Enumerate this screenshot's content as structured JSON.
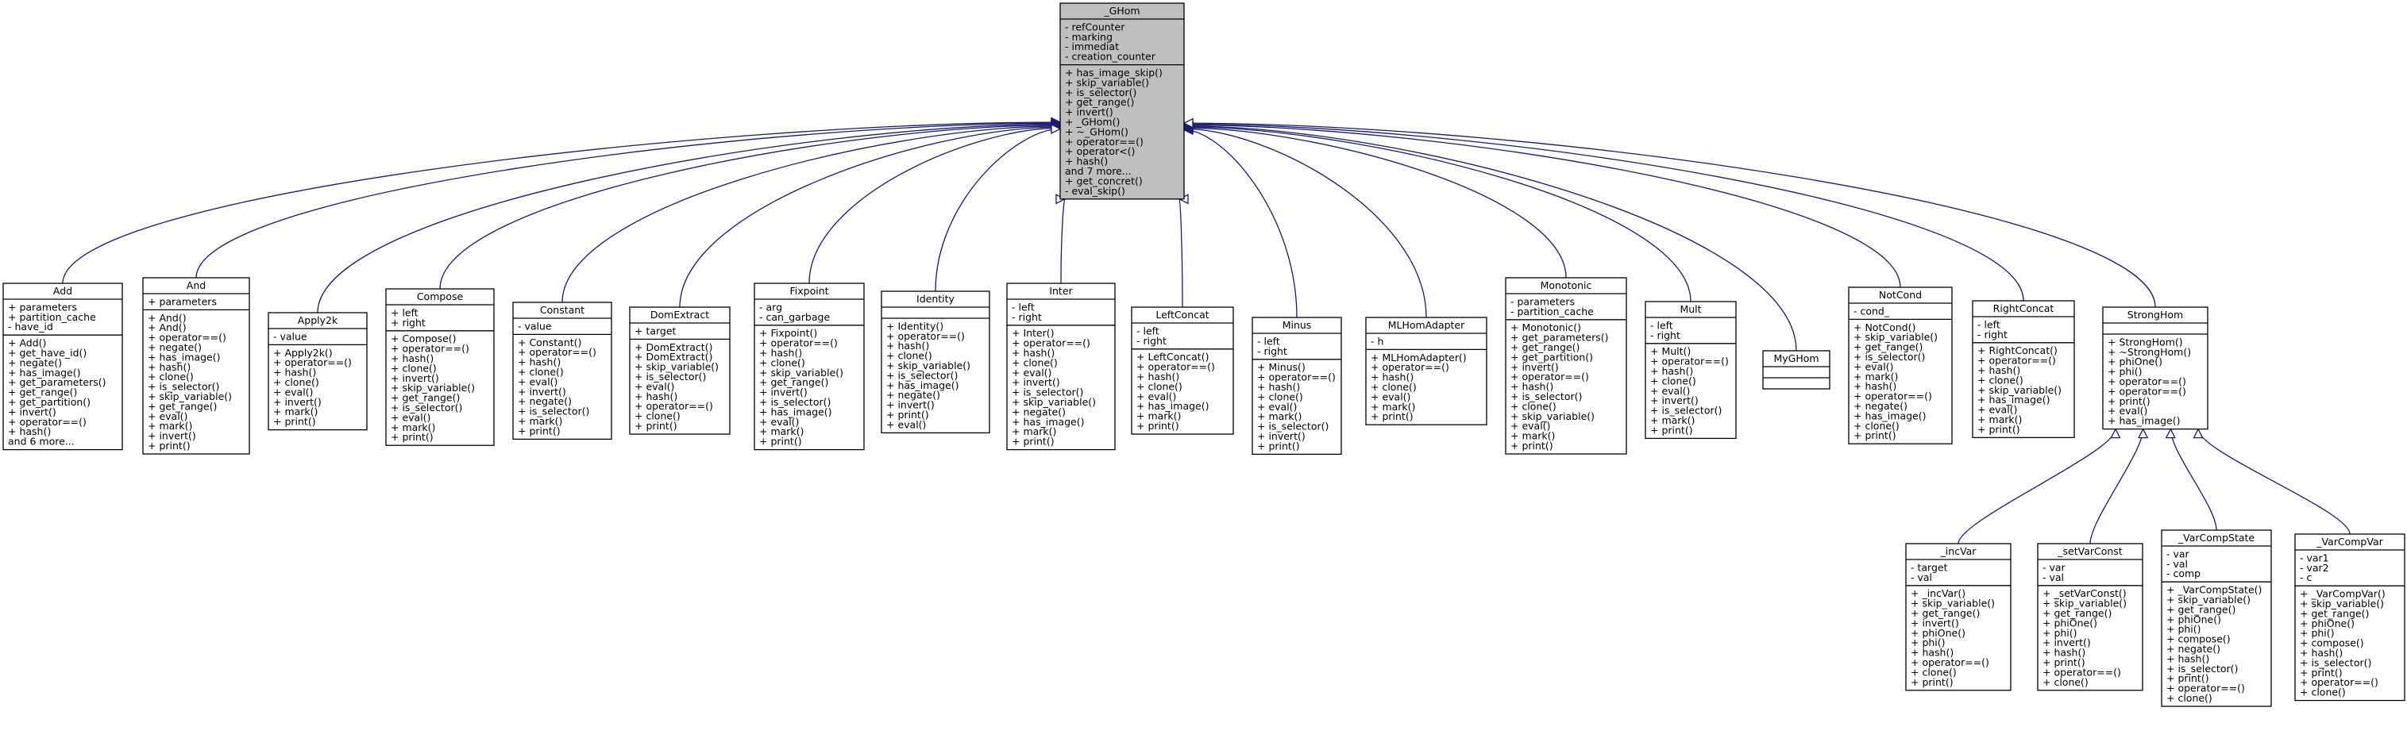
{
  "base": {
    "name": "_GHom",
    "attributes": [
      "- refCounter",
      "- marking",
      "- immediat",
      "- creation_counter"
    ],
    "methods": [
      "+ has_image_skip()",
      "+ skip_variable()",
      "+ is_selector()",
      "+ get_range()",
      "+ invert()",
      "+ _GHom()",
      "+ ~_GHom()",
      "+ operator==()",
      "+ operator<()",
      "+ hash()",
      "and 7 more...",
      "+ get_concret()",
      "- eval_skip()"
    ]
  },
  "classes": [
    {
      "name": "Add",
      "attributes": [
        "+ parameters",
        "+ partition_cache",
        "- have_id"
      ],
      "methods": [
        "+ Add()",
        "+ get_have_id()",
        "+ negate()",
        "+ has_image()",
        "+ get_parameters()",
        "+ get_range()",
        "+ get_partition()",
        "+ invert()",
        "+ operator==()",
        "+ hash()",
        "and 6 more..."
      ]
    },
    {
      "name": "And",
      "attributes": [
        "+ parameters"
      ],
      "methods": [
        "+ And()",
        "+ And()",
        "+ operator==()",
        "+ negate()",
        "+ has_image()",
        "+ hash()",
        "+ clone()",
        "+ is_selector()",
        "+ skip_variable()",
        "+ get_range()",
        "+ eval()",
        "+ mark()",
        "+ invert()",
        "+ print()"
      ]
    },
    {
      "name": "Apply2k",
      "attributes": [
        "- value"
      ],
      "methods": [
        "+ Apply2k()",
        "+ operator==()",
        "+ hash()",
        "+ clone()",
        "+ eval()",
        "+ invert()",
        "+ mark()",
        "+ print()"
      ]
    },
    {
      "name": "Compose",
      "attributes": [
        "+ left",
        "+ right"
      ],
      "methods": [
        "+ Compose()",
        "+ operator==()",
        "+ hash()",
        "+ clone()",
        "+ invert()",
        "+ skip_variable()",
        "+ get_range()",
        "+ is_selector()",
        "+ eval()",
        "+ mark()",
        "+ print()"
      ]
    },
    {
      "name": "Constant",
      "attributes": [
        "- value"
      ],
      "methods": [
        "+ Constant()",
        "+ operator==()",
        "+ hash()",
        "+ clone()",
        "+ eval()",
        "+ invert()",
        "+ negate()",
        "+ is_selector()",
        "+ mark()",
        "+ print()"
      ]
    },
    {
      "name": "DomExtract",
      "attributes": [
        "+ target"
      ],
      "methods": [
        "+ DomExtract()",
        "+ DomExtract()",
        "+ skip_variable()",
        "+ is_selector()",
        "+ eval()",
        "+ hash()",
        "+ operator==()",
        "+ clone()",
        "+ print()"
      ]
    },
    {
      "name": "Fixpoint",
      "attributes": [
        "- arg",
        "- can_garbage"
      ],
      "methods": [
        "+ Fixpoint()",
        "+ operator==()",
        "+ hash()",
        "+ clone()",
        "+ skip_variable()",
        "+ get_range()",
        "+ invert()",
        "+ is_selector()",
        "+ has_image()",
        "+ eval()",
        "+ mark()",
        "+ print()"
      ]
    },
    {
      "name": "Identity",
      "attributes": [],
      "methods": [
        "+ Identity()",
        "+ operator==()",
        "+ hash()",
        "+ clone()",
        "+ skip_variable()",
        "+ is_selector()",
        "+ has_image()",
        "+ negate()",
        "+ invert()",
        "+ print()",
        "+ eval()"
      ]
    },
    {
      "name": "Inter",
      "attributes": [
        "- left",
        "- right"
      ],
      "methods": [
        "+ Inter()",
        "+ operator==()",
        "+ hash()",
        "+ clone()",
        "+ eval()",
        "+ invert()",
        "+ is_selector()",
        "+ skip_variable()",
        "+ negate()",
        "+ has_image()",
        "+ mark()",
        "+ print()"
      ]
    },
    {
      "name": "LeftConcat",
      "attributes": [
        "- left",
        "- right"
      ],
      "methods": [
        "+ LeftConcat()",
        "+ operator==()",
        "+ hash()",
        "+ clone()",
        "+ eval()",
        "+ has_image()",
        "+ mark()",
        "+ print()"
      ]
    },
    {
      "name": "Minus",
      "attributes": [
        "- left",
        "- right"
      ],
      "methods": [
        "+ Minus()",
        "+ operator==()",
        "+ hash()",
        "+ clone()",
        "+ eval()",
        "+ mark()",
        "+ is_selector()",
        "+ invert()",
        "+ print()"
      ]
    },
    {
      "name": "MLHomAdapter",
      "attributes": [
        "- h"
      ],
      "methods": [
        "+ MLHomAdapter()",
        "+ operator==()",
        "+ hash()",
        "+ clone()",
        "+ eval()",
        "+ mark()",
        "+ print()"
      ]
    },
    {
      "name": "Monotonic",
      "attributes": [
        "- parameters",
        "- partition_cache"
      ],
      "methods": [
        "+ Monotonic()",
        "+ get_parameters()",
        "+ get_range()",
        "+ get_partition()",
        "+ invert()",
        "+ operator==()",
        "+ hash()",
        "+ is_selector()",
        "+ clone()",
        "+ skip_variable()",
        "+ eval()",
        "+ mark()",
        "+ print()"
      ]
    },
    {
      "name": "Mult",
      "attributes": [
        "- left",
        "- right"
      ],
      "methods": [
        "+ Mult()",
        "+ operator==()",
        "+ hash()",
        "+ clone()",
        "+ eval()",
        "+ invert()",
        "+ is_selector()",
        "+ mark()",
        "+ print()"
      ]
    },
    {
      "name": "MyGHom",
      "attributes": [],
      "methods": []
    },
    {
      "name": "NotCond",
      "attributes": [
        "- cond_"
      ],
      "methods": [
        "+ NotCond()",
        "+ skip_variable()",
        "+ get_range()",
        "+ is_selector()",
        "+ eval()",
        "+ mark()",
        "+ hash()",
        "+ operator==()",
        "+ negate()",
        "+ has_image()",
        "+ clone()",
        "+ print()"
      ]
    },
    {
      "name": "RightConcat",
      "attributes": [
        "- left",
        "- right"
      ],
      "methods": [
        "+ RightConcat()",
        "+ operator==()",
        "+ hash()",
        "+ clone()",
        "+ skip_variable()",
        "+ has_image()",
        "+ eval()",
        "+ mark()",
        "+ print()"
      ]
    },
    {
      "name": "StrongHom",
      "attributes": [],
      "methods": [
        "+ StrongHom()",
        "+ ~StrongHom()",
        "+ phiOne()",
        "+ phi()",
        "+ operator==()",
        "+ operator==()",
        "+ print()",
        "+ eval()",
        "+ has_image()"
      ]
    }
  ],
  "strong_subclasses": [
    {
      "name": "_incVar",
      "attributes": [
        "- target",
        "- val"
      ],
      "methods": [
        "+ _incVar()",
        "+ skip_variable()",
        "+ get_range()",
        "+ invert()",
        "+ phiOne()",
        "+ phi()",
        "+ hash()",
        "+ operator==()",
        "+ clone()",
        "+ print()"
      ]
    },
    {
      "name": "_setVarConst",
      "attributes": [
        "- var",
        "- val"
      ],
      "methods": [
        "+ _setVarConst()",
        "+ skip_variable()",
        "+ get_range()",
        "+ phiOne()",
        "+ phi()",
        "+ invert()",
        "+ hash()",
        "+ print()",
        "+ operator==()",
        "+ clone()"
      ]
    },
    {
      "name": "_VarCompState",
      "attributes": [
        "- var",
        "- val",
        "- comp"
      ],
      "methods": [
        "+ _VarCompState()",
        "+ skip_variable()",
        "+ get_range()",
        "+ phiOne()",
        "+ phi()",
        "+ compose()",
        "+ negate()",
        "+ hash()",
        "+ is_selector()",
        "+ print()",
        "+ operator==()",
        "+ clone()"
      ]
    },
    {
      "name": "_VarCompVar",
      "attributes": [
        "- var1",
        "- var2",
        "- c"
      ],
      "methods": [
        "+ _VarCompVar()",
        "+ skip_variable()",
        "+ get_range()",
        "+ phiOne()",
        "+ phi()",
        "+ compose()",
        "+ hash()",
        "+ is_selector()",
        "+ print()",
        "+ operator==()",
        "+ clone()"
      ]
    }
  ],
  "colors": {
    "edge": "#191970",
    "base_fill": "#bfbfbf",
    "box_fill": "#ffffff",
    "stroke": "#000000"
  }
}
